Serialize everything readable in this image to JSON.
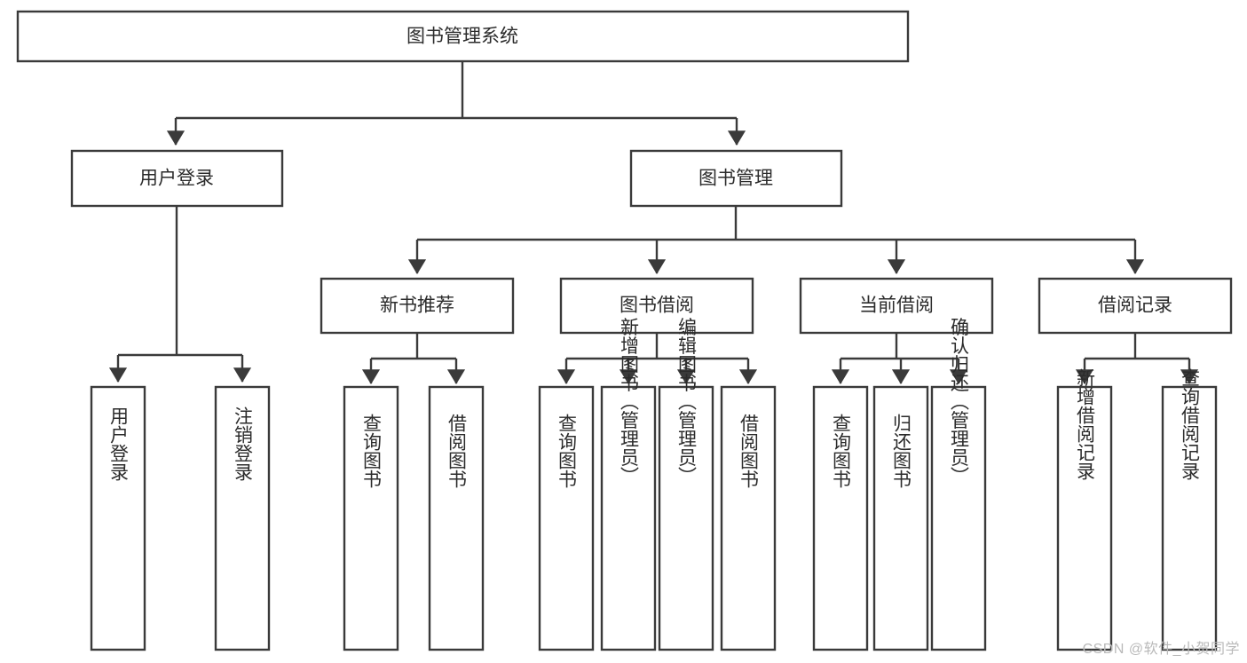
{
  "diagram": {
    "type": "tree-hierarchy-diagram",
    "title": "图书管理系统",
    "colors": {
      "box_stroke": "#3a3a3a",
      "box_fill": "#ffffff",
      "text": "#2b2b2b",
      "connector": "#3a3a3a",
      "watermark": "#b9b9b9",
      "background": "#ffffff"
    },
    "root": {
      "label": "图书管理系统"
    },
    "level2": [
      {
        "label": "用户登录"
      },
      {
        "label": "图书管理"
      }
    ],
    "level3": [
      {
        "label": "新书推荐"
      },
      {
        "label": "图书借阅"
      },
      {
        "label": "当前借阅"
      },
      {
        "label": "借阅记录"
      }
    ],
    "leaves": {
      "user_login": [
        {
          "label": "用户登录"
        },
        {
          "label": "注销登录"
        }
      ],
      "new_book_recommend": [
        {
          "label": "查询图书"
        },
        {
          "label": "借阅图书"
        }
      ],
      "book_borrow": [
        {
          "label": "查询图书"
        },
        {
          "label": "新增图书（管理员）"
        },
        {
          "label": "编辑图书（管理员）"
        },
        {
          "label": "借阅图书"
        }
      ],
      "current_borrow": [
        {
          "label": "查询图书"
        },
        {
          "label": "归还图书"
        },
        {
          "label": "确认归还（管理员）"
        }
      ],
      "borrow_record": [
        {
          "label": "新增借阅记录"
        },
        {
          "label": "查询借阅记录"
        }
      ]
    }
  },
  "watermark": {
    "text": "CSDN @软件_小贺同学"
  }
}
